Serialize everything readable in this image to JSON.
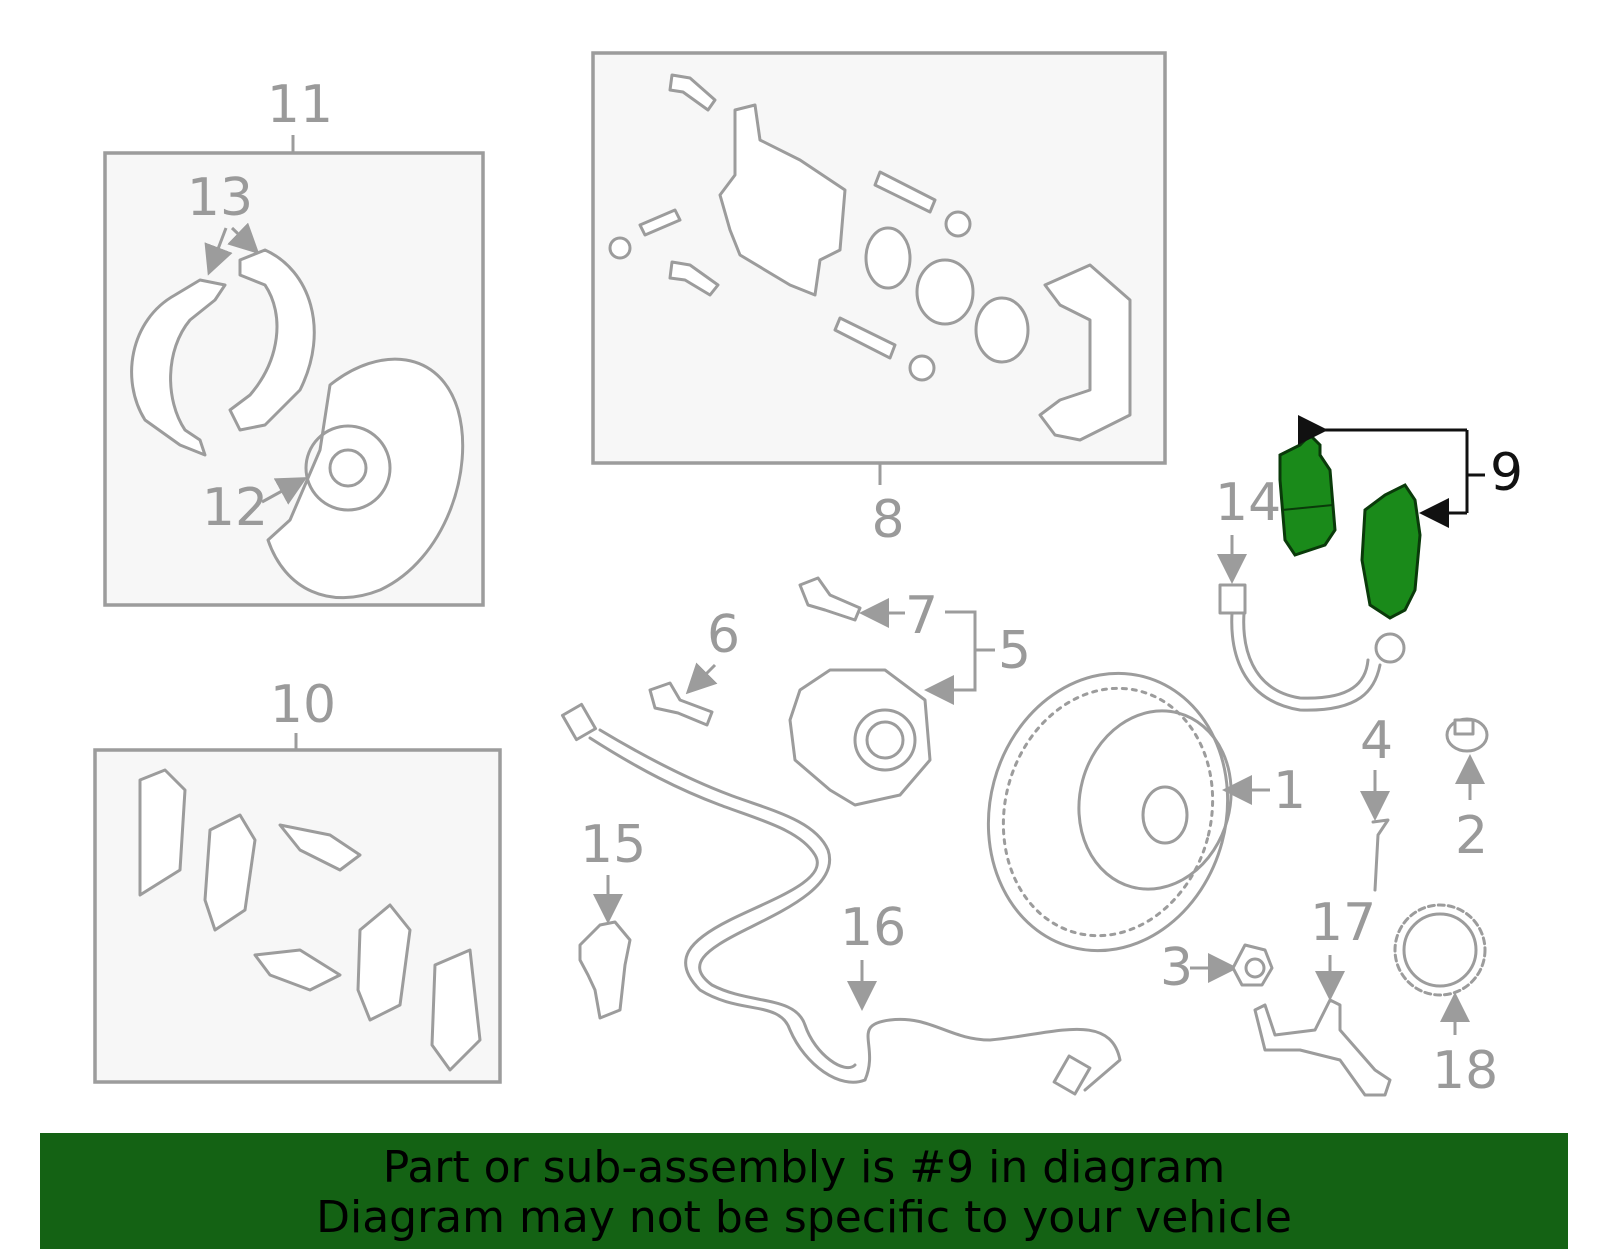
{
  "colors": {
    "highlight": "#1a8a1a",
    "line": "#9c9c9c",
    "banner": "#146214"
  },
  "callouts": {
    "c1": "1",
    "c2": "2",
    "c3": "3",
    "c4": "4",
    "c5": "5",
    "c6": "6",
    "c7": "7",
    "c8": "8",
    "c9": "9",
    "c10": "10",
    "c11": "11",
    "c12": "12",
    "c13": "13",
    "c14": "14",
    "c15": "15",
    "c16": "16",
    "c17": "17",
    "c18": "18"
  },
  "highlighted_part": "9",
  "banner": {
    "line1": "Part or sub-assembly is #9 in diagram",
    "line2": "Diagram may not be specific to your vehicle"
  }
}
